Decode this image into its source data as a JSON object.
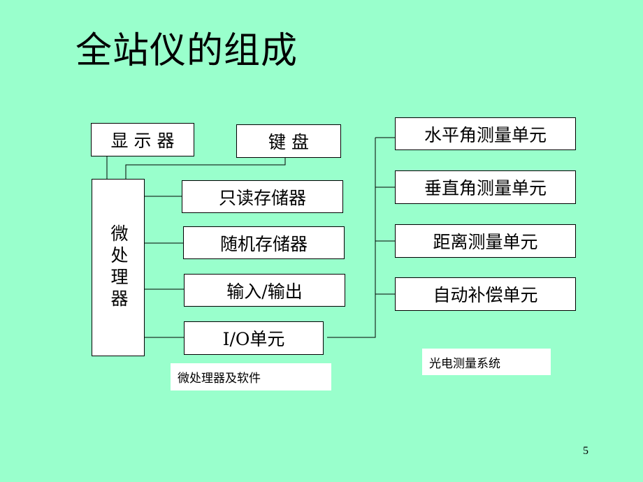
{
  "title": "全站仪的组成",
  "nodes": {
    "display": "显 示 器",
    "keyboard": "键 盘",
    "cpu": "微处理器",
    "rom": "只读存储器",
    "ram": "随机存储器",
    "io": "输入/输出",
    "io_unit": "I/O单元",
    "h_angle": "水平角测量单元",
    "v_angle": "垂直角测量单元",
    "distance": "距离测量单元",
    "compensator": "自动补偿单元"
  },
  "captions": {
    "left": "微处理器及软件",
    "right": "光电测量系统"
  },
  "page_number": "5"
}
